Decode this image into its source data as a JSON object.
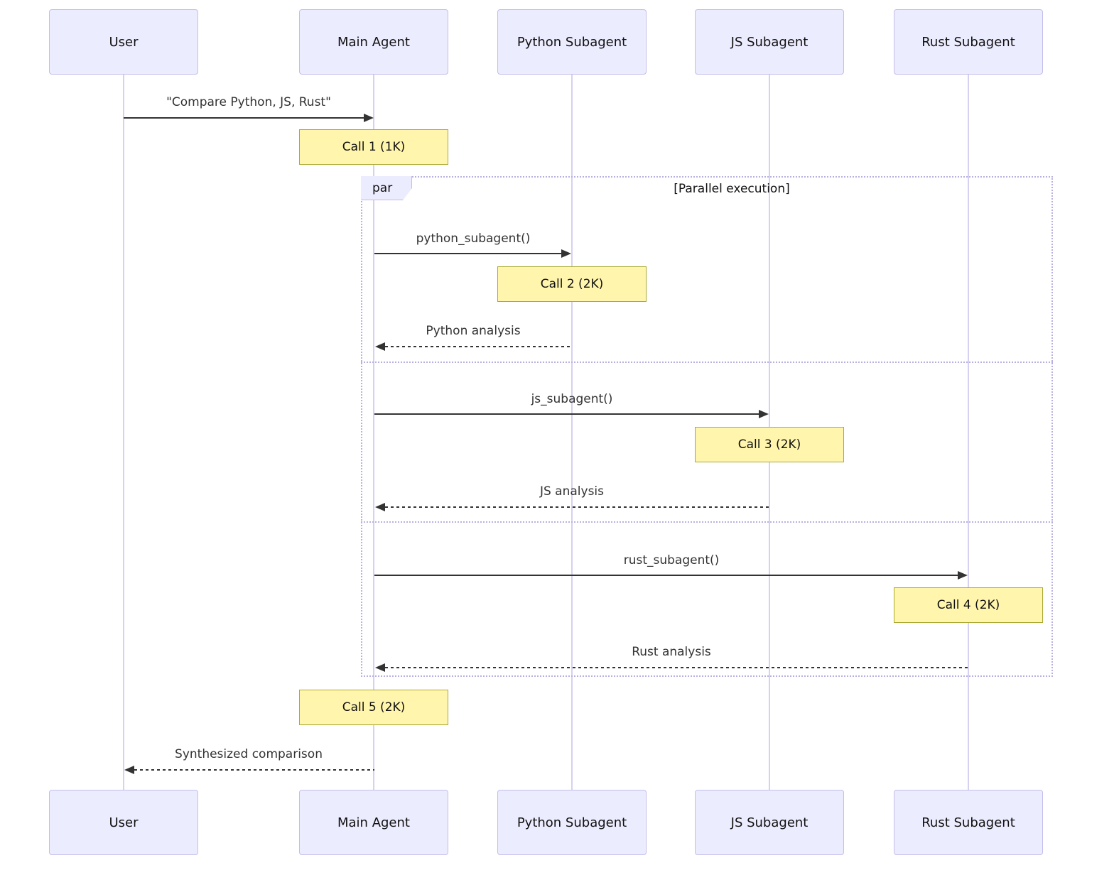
{
  "actors": [
    {
      "label": "User"
    },
    {
      "label": "Main Agent"
    },
    {
      "label": "Python Subagent"
    },
    {
      "label": "JS Subagent"
    },
    {
      "label": "Rust Subagent"
    }
  ],
  "messages": [
    {
      "label": "\"Compare Python, JS, Rust\"",
      "from": "User",
      "to": "Main Agent",
      "line": "solid"
    },
    {
      "label": "python_subagent()",
      "from": "Main Agent",
      "to": "Python Subagent",
      "line": "solid"
    },
    {
      "label": "Python analysis",
      "from": "Python Subagent",
      "to": "Main Agent",
      "line": "dashed"
    },
    {
      "label": "js_subagent()",
      "from": "Main Agent",
      "to": "JS Subagent",
      "line": "solid"
    },
    {
      "label": "JS analysis",
      "from": "JS Subagent",
      "to": "Main Agent",
      "line": "dashed"
    },
    {
      "label": "rust_subagent()",
      "from": "Main Agent",
      "to": "Rust Subagent",
      "line": "solid"
    },
    {
      "label": "Rust analysis",
      "from": "Rust Subagent",
      "to": "Main Agent",
      "line": "dashed"
    },
    {
      "label": "Synthesized comparison",
      "from": "Main Agent",
      "to": "User",
      "line": "dashed"
    }
  ],
  "notes": [
    {
      "label": "Call 1 (1K)"
    },
    {
      "label": "Call 2 (2K)"
    },
    {
      "label": "Call 3 (2K)"
    },
    {
      "label": "Call 4 (2K)"
    },
    {
      "label": "Call 5 (2K)"
    }
  ],
  "par_block": {
    "label": "par",
    "condition": "[Parallel execution]"
  },
  "colors": {
    "actor_fill": "#ECECFF",
    "actor_border": "#c3bdea",
    "lifeline": "#d8d0f0",
    "note_fill": "#fff5ad",
    "note_border": "#aaaa33",
    "arrow": "#333333",
    "frame_border": "#b9b0e2",
    "text": "#1f1f1f"
  }
}
